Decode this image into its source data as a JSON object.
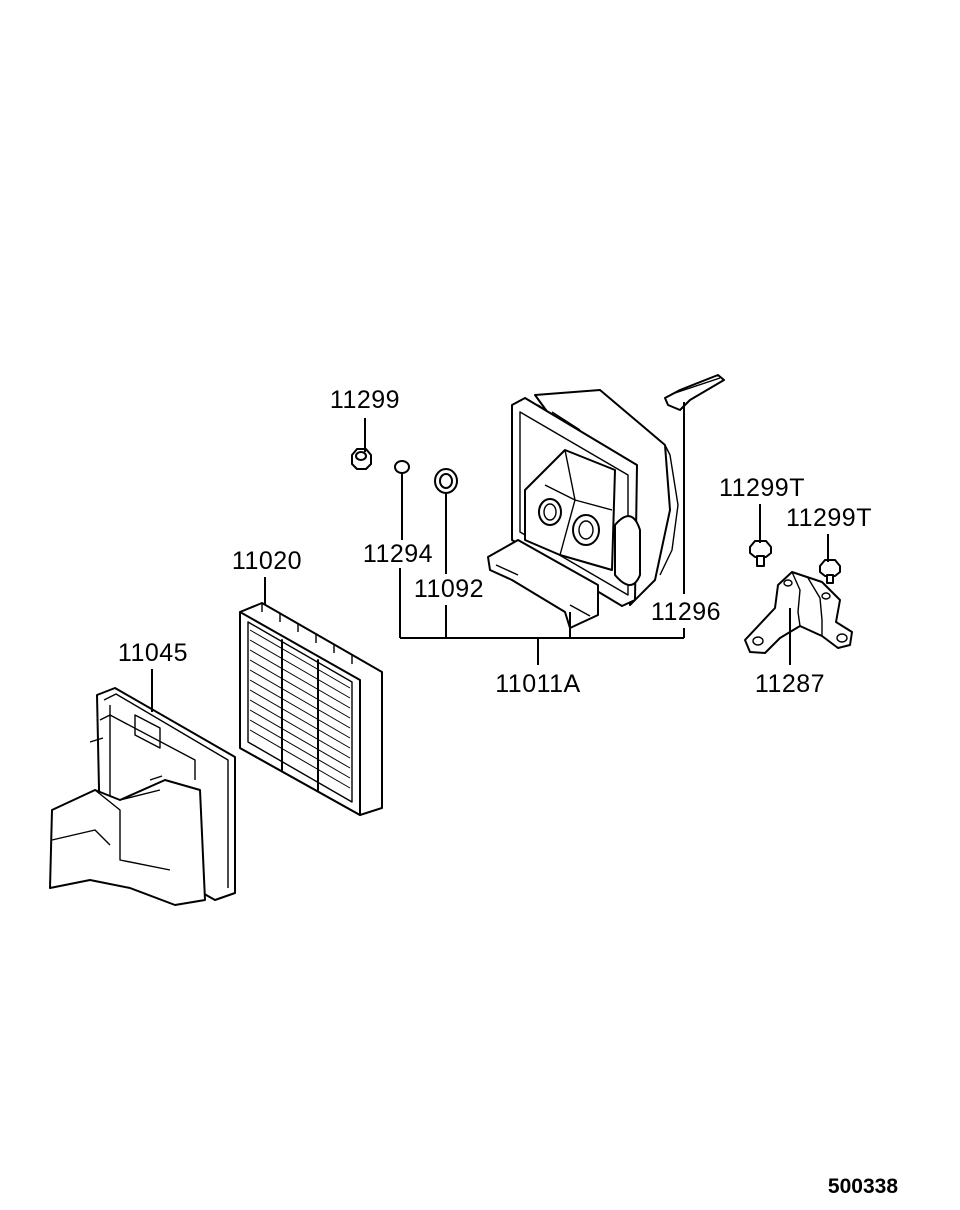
{
  "callouts": {
    "p11299": "11299",
    "p11294": "11294",
    "p11092": "11092",
    "p11020": "11020",
    "p11045": "11045",
    "p11011A": "11011A",
    "p11296": "11296",
    "p11299T_a": "11299T",
    "p11299T_b": "11299T",
    "p11287": "11287"
  },
  "reference_number": "500338"
}
